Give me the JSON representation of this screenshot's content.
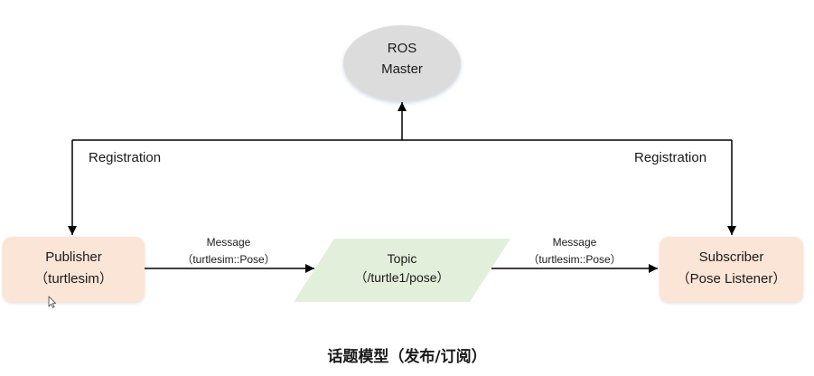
{
  "diagram": {
    "master": {
      "line1": "ROS",
      "line2": "Master"
    },
    "registration_left": "Registration",
    "registration_right": "Registration",
    "publisher": {
      "line1": "Publisher",
      "line2": "（turtlesim）"
    },
    "topic": {
      "line1": "Topic",
      "line2": "（/turtle1/pose）"
    },
    "subscriber": {
      "line1": "Subscriber",
      "line2": "（Pose Listener）"
    },
    "message_left": {
      "line1": "Message",
      "line2": "（turtlesim::Pose）"
    },
    "message_right": {
      "line1": "Message",
      "line2": "（turtlesim::Pose）"
    },
    "caption": "话题模型（发布/订阅）"
  },
  "colors": {
    "master_fill": "#dcdcdc",
    "endpoint_fill": "#fbe5d6",
    "topic_fill": "#e2efda",
    "line": "#000000"
  },
  "icons": {
    "cursor": "mouse-cursor-icon"
  }
}
